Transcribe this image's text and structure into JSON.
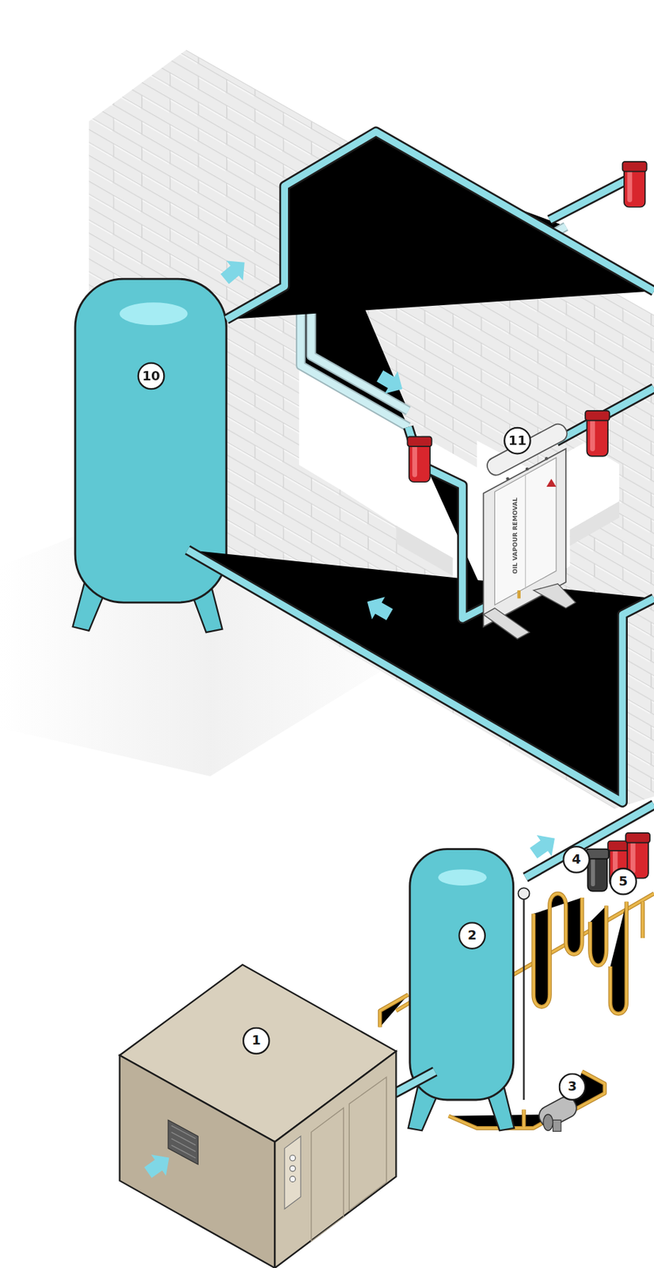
{
  "diagram": {
    "labels": [
      "10",
      "11",
      "OIL VAPOUR REMOVAL",
      "4",
      "5",
      "2",
      "1",
      "3"
    ]
  }
}
